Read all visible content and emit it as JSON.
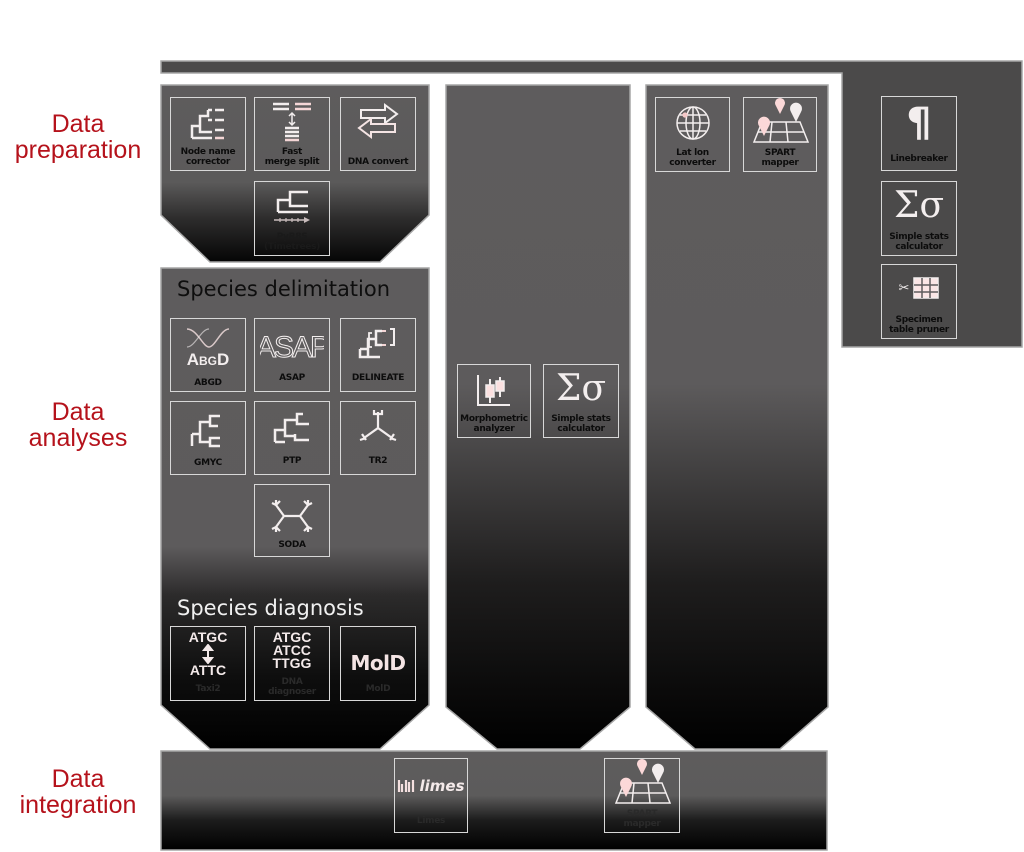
{
  "stages": {
    "preparation": {
      "line1": "Data",
      "line2": "preparation"
    },
    "analyses": {
      "line1": "Data",
      "line2": "analyses"
    },
    "integration": {
      "line1": "Data",
      "line2": "integration"
    }
  },
  "sections": {
    "species_delimitation": "Species delimitation",
    "species_diagnosis": "Species diagnosis"
  },
  "colors": {
    "stage_label": "#b5121b",
    "panel": "#5e5c5d",
    "panel_dark": "#4a4a4a",
    "panel_border": "#a6a6a6",
    "tile_border": "#d8d8d8",
    "icon": "#f3eeee",
    "icon_accent": "#f4d6d6"
  },
  "tools": {
    "node_name_corrector": {
      "line1": "Node name",
      "line2": "corrector"
    },
    "fast_merge_split": {
      "line1": "Fast",
      "line2": "merge split"
    },
    "dna_convert": {
      "line1": "DNA convert"
    },
    "pyr8s": {
      "line1": "PyR8S",
      "line2": "(Timetrees)"
    },
    "abgd": {
      "label": "ABGD",
      "logo": "ABGD"
    },
    "asap": {
      "label": "ASAP",
      "logo": "ASAP"
    },
    "delineate": {
      "label": "DELINEATE"
    },
    "gmyc": {
      "label": "GMYC"
    },
    "ptp": {
      "label": "PTP"
    },
    "tr2": {
      "label": "TR2"
    },
    "soda": {
      "label": "SODA"
    },
    "taxi2": {
      "label": "Taxi2",
      "seq_top": "ATGC",
      "seq_bottom": "ATTC"
    },
    "dna_diagnoser": {
      "line1": "DNA",
      "line2": "diagnoser",
      "seq": [
        "ATGC",
        "ATCC",
        "TTGG"
      ]
    },
    "mold": {
      "label": "MolD",
      "logo": "MolD"
    },
    "morphometric_analyzer": {
      "line1": "Morphometric",
      "line2": "analyzer"
    },
    "simple_stats_mid": {
      "line1": "Simple stats",
      "line2": "calculator",
      "symbol": "Σσ"
    },
    "lat_lon_converter": {
      "line1": "Lat lon",
      "line2": "converter"
    },
    "spart_mapper_top": {
      "line1": "SPART",
      "line2": "mapper"
    },
    "linebreaker": {
      "label": "Linebreaker",
      "symbol": "¶"
    },
    "simple_stats_right": {
      "line1": "Simple stats",
      "line2": "calculator",
      "symbol": "Σσ"
    },
    "specimen_table_pruner": {
      "line1": "Specimen",
      "line2": "table pruner",
      "symbol": "✂"
    },
    "limes": {
      "label": "Limes",
      "logo": "limes"
    },
    "spart_mapper_bottom": {
      "line1": "SPART",
      "line2": "mapper"
    }
  }
}
